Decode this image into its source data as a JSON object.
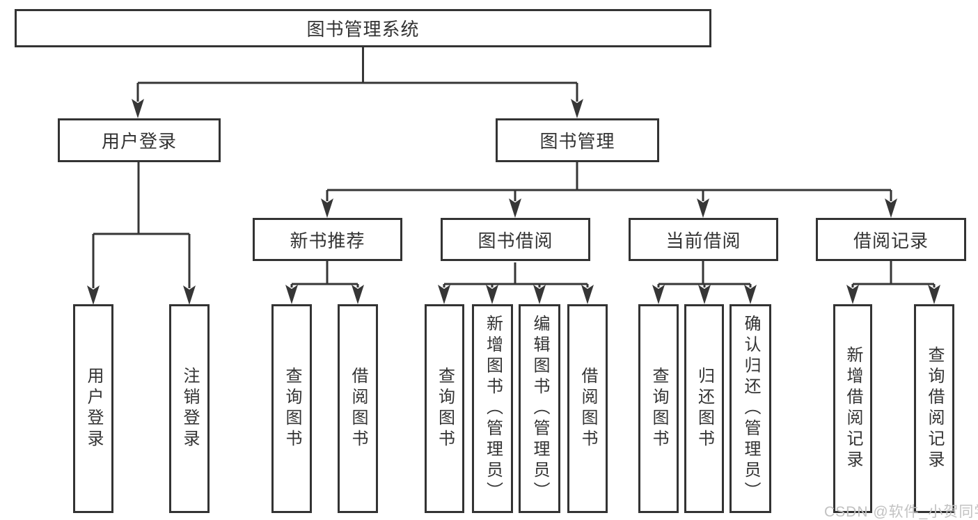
{
  "tree": {
    "label": "图书管理系统",
    "children": [
      {
        "label": "用户登录",
        "children": [
          {
            "label": "用户登录"
          },
          {
            "label": "注销登录"
          }
        ]
      },
      {
        "label": "图书管理",
        "children": [
          {
            "label": "新书推荐",
            "children": [
              {
                "label": "查询图书"
              },
              {
                "label": "借阅图书"
              }
            ]
          },
          {
            "label": "图书借阅",
            "children": [
              {
                "label": "查询图书"
              },
              {
                "label": "新增图书（管理员）"
              },
              {
                "label": "编辑图书（管理员）"
              },
              {
                "label": "借阅图书"
              }
            ]
          },
          {
            "label": "当前借阅",
            "children": [
              {
                "label": "查询图书"
              },
              {
                "label": "归还图书"
              },
              {
                "label": "确认归还（管理员）"
              }
            ]
          },
          {
            "label": "借阅记录",
            "children": [
              {
                "label": "新增借阅记录"
              },
              {
                "label": "查询借阅记录"
              }
            ]
          }
        ]
      }
    ]
  },
  "watermark": {
    "text": "CSDN @软件_小贺同学"
  },
  "colors": {
    "line": "#363636",
    "box_border": "#333333",
    "box_fill": "#ffffff",
    "text": "#333333",
    "watermark": "#c2c2c2"
  }
}
